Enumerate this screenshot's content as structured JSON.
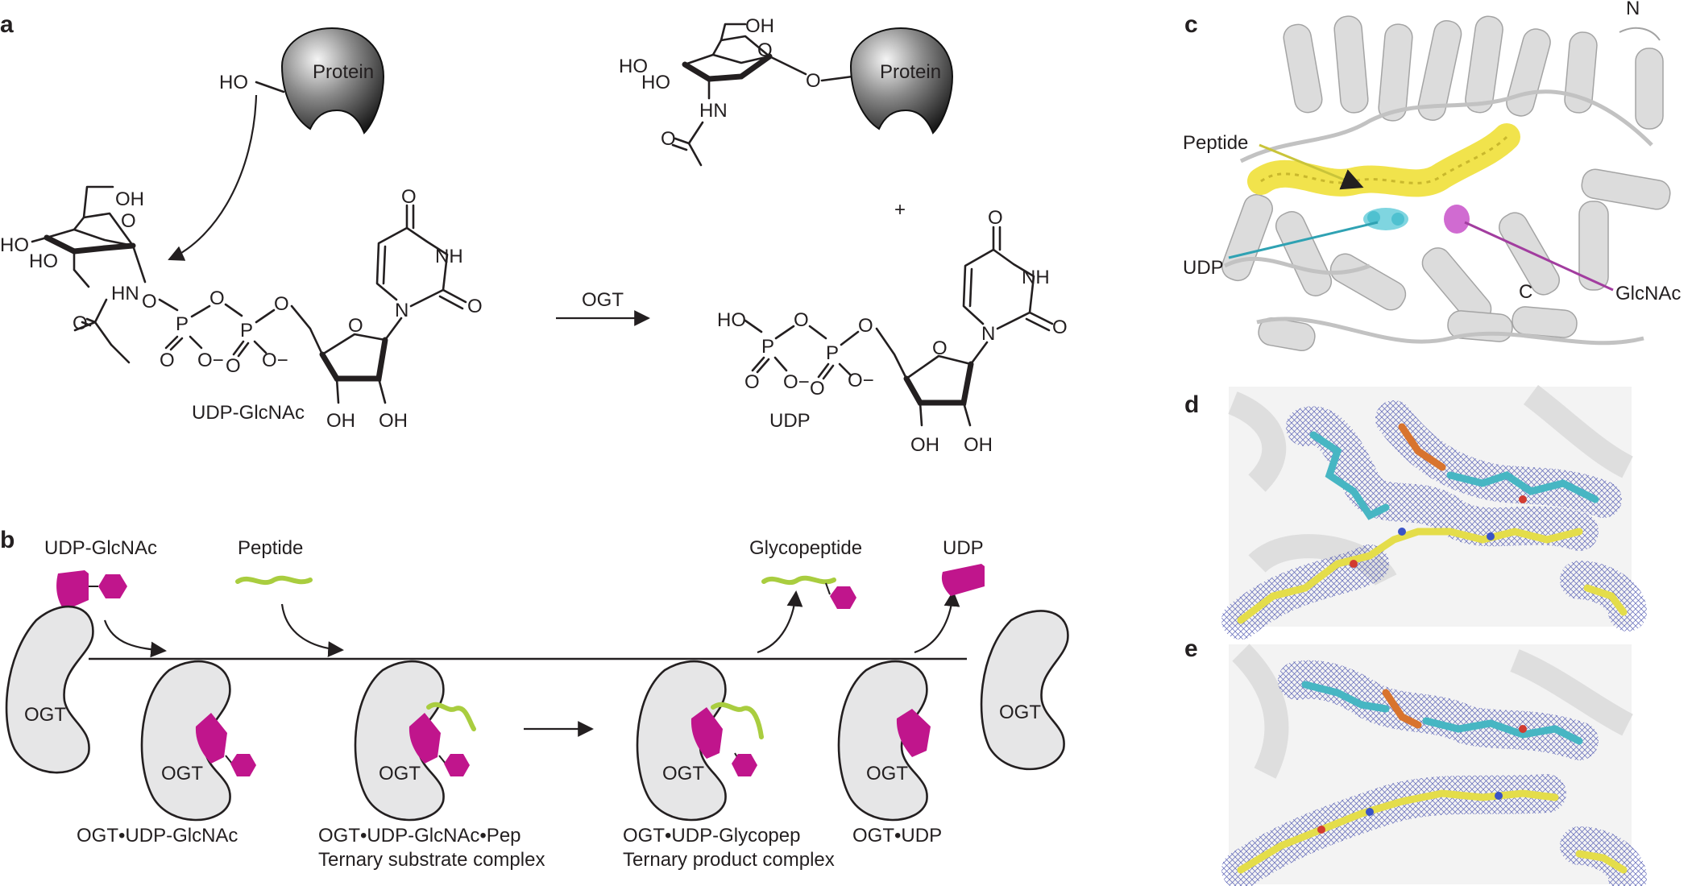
{
  "panels": {
    "a": "a",
    "b": "b",
    "c": "c",
    "d": "d",
    "e": "e"
  },
  "panel_a": {
    "protein_label": "Protein",
    "ho_label": "HO",
    "reagent_label": "UDP-GlcNAc",
    "enzyme_label": "OGT",
    "plus": "+",
    "product_label": "UDP",
    "atoms": {
      "OH": "OH",
      "HO": "HO",
      "O": "O",
      "HN": "HN",
      "NH": "NH",
      "N": "N",
      "P": "P",
      "O_minus": "O−"
    }
  },
  "panel_b": {
    "substrate1": "UDP-GlcNAc",
    "substrate2": "Peptide",
    "product1": "Glycopeptide",
    "product2": "UDP",
    "ogt": "OGT",
    "complex1": "OGT•UDP-GlcNAc",
    "complex2_line1": "OGT•UDP-GlcNAc•Pep",
    "complex2_line2": "Ternary substrate complex",
    "complex3_line1": "OGT•UDP-Glycopep",
    "complex3_line2": "Ternary product complex",
    "complex4": "OGT•UDP",
    "colors": {
      "udp_glcnac": "#c0158c",
      "peptide": "#a9cd3f",
      "ogt_fill": "#e6e6e7"
    }
  },
  "panel_c": {
    "n_term": "N",
    "c_term": "C",
    "peptide": "Peptide",
    "udp": "UDP",
    "glcnac": "GlcNAc",
    "colors": {
      "peptide": "#c9c43a",
      "udp": "#2fa2b3",
      "glcnac": "#a23d9f",
      "protein": "#c8c8c8"
    }
  }
}
